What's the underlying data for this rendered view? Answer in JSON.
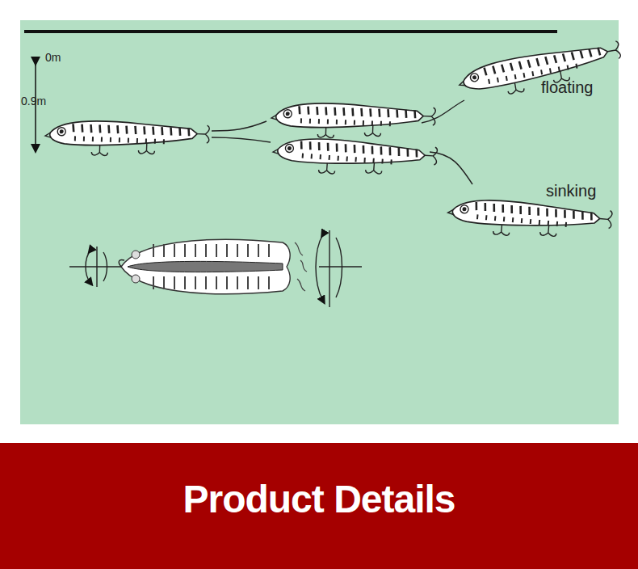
{
  "diagram": {
    "title": "Product Details",
    "labels": [
      "0m",
      "0.9m",
      "floating",
      "sinking"
    ]
  }
}
